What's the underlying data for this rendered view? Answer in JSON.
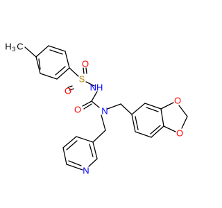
{
  "structure": {
    "colors": {
      "carbon_bond": "#000000",
      "oxygen": "#ff0000",
      "nitrogen": "#0000ff",
      "sulfur": "#b8860b",
      "text": "#000000",
      "background": "#ffffff"
    },
    "labels": {
      "methyl_main": "H",
      "methyl_sub": "3",
      "methyl_c": "C",
      "sulfonyl_s": "S",
      "sulfonyl_o_right": "O",
      "sulfonyl_o_bottom": "O",
      "nh": "NH",
      "carbonyl_o": "O",
      "amide_n": "N",
      "pyridine_n": "N",
      "dioxole_o_top": "O",
      "dioxole_o_bottom": "O"
    }
  }
}
